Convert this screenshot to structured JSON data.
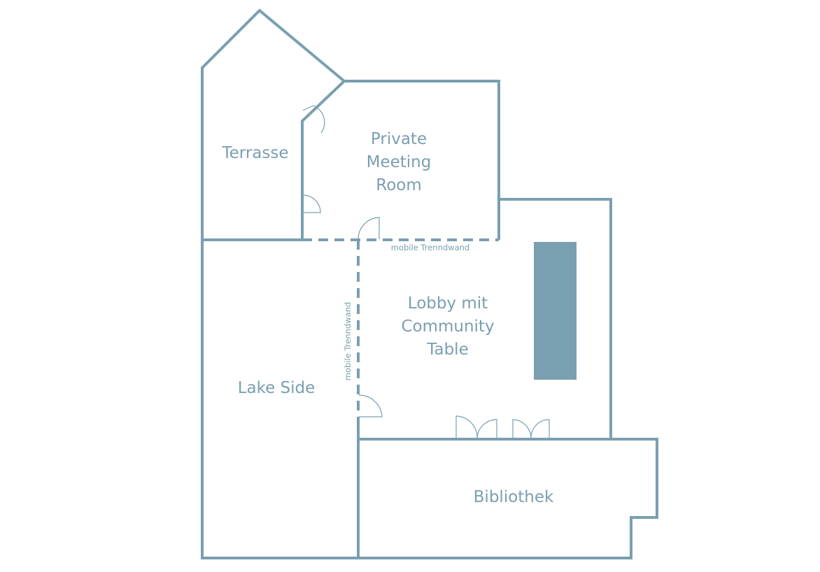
{
  "plan": {
    "wall_color": "#7a9fb0",
    "background": "#ffffff",
    "rooms": {
      "terrasse": "Terrasse",
      "private_meeting_line1": "Private",
      "private_meeting_line2": "Meeting",
      "private_meeting_line3": "Room",
      "lobby_line1": "Lobby mit",
      "lobby_line2": "Community",
      "lobby_line3": "Table",
      "lake_side": "Lake Side",
      "bibliothek": "Bibliothek"
    },
    "partitions": {
      "horizontal": "mobile Trenndwand",
      "vertical": "mobile Trenndwand"
    }
  }
}
